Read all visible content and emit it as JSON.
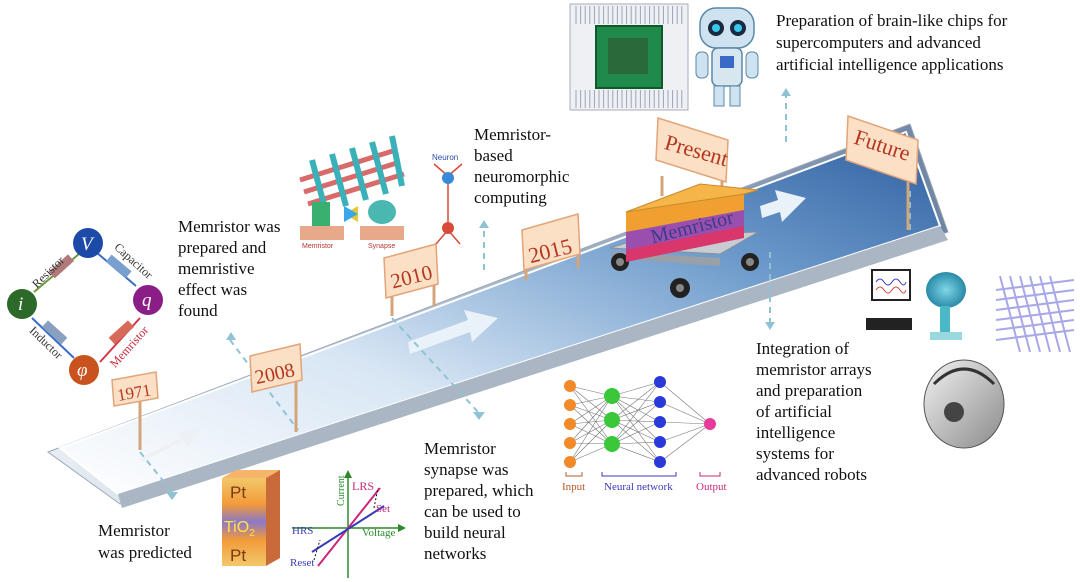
{
  "milestones": {
    "y1971": "1971",
    "y2008": "2008",
    "y2010": "2010",
    "y2015": "2015",
    "present": "Present",
    "future": "Future"
  },
  "captions": {
    "predicted": [
      "Memristor",
      "was predicted"
    ],
    "prepared": [
      "Memristor was",
      "prepared and",
      "memristive",
      "effect was",
      "found"
    ],
    "synapse": [
      "Memristor",
      "synapse was",
      "prepared, which",
      "can be used to",
      "build neural",
      "networks"
    ],
    "neuromorphic": [
      "Memristor-",
      "based",
      "neuromorphic",
      "computing"
    ],
    "brainchips": [
      "Preparation of brain-like chips for",
      "supercomputers and advanced",
      "artificial intelligence applications"
    ],
    "integration": [
      "Integration of",
      "memristor arrays",
      "and preparation",
      "of artificial",
      "intelligence",
      "systems for",
      "advanced robots"
    ]
  },
  "device": {
    "label": "Memristor"
  },
  "quad": {
    "V": "V",
    "q": "q",
    "i": "i",
    "phi": "φ",
    "resistor": "Resistor",
    "capacitor": "Capacitor",
    "inductor": "Inductor",
    "memristor": "Memristor"
  },
  "stack": {
    "top": "Pt",
    "mid": "TiO",
    "sub": "2",
    "bottom": "Pt"
  },
  "iv": {
    "current": "Current",
    "voltage": "Voltage",
    "lrs": "LRS",
    "hrs": "HRS",
    "set": "Set",
    "reset": "Reset"
  },
  "nn": {
    "input": "Input",
    "network": "Neural network",
    "output": "Output"
  },
  "crossbar": {
    "neuron": "Neuron",
    "memristor": "Memristor",
    "synapse": "Synapse"
  },
  "colors": {
    "sign_bg": "#fbe0c6",
    "sign_text": "#b5361f",
    "lead_line": "#8fc3d4"
  }
}
